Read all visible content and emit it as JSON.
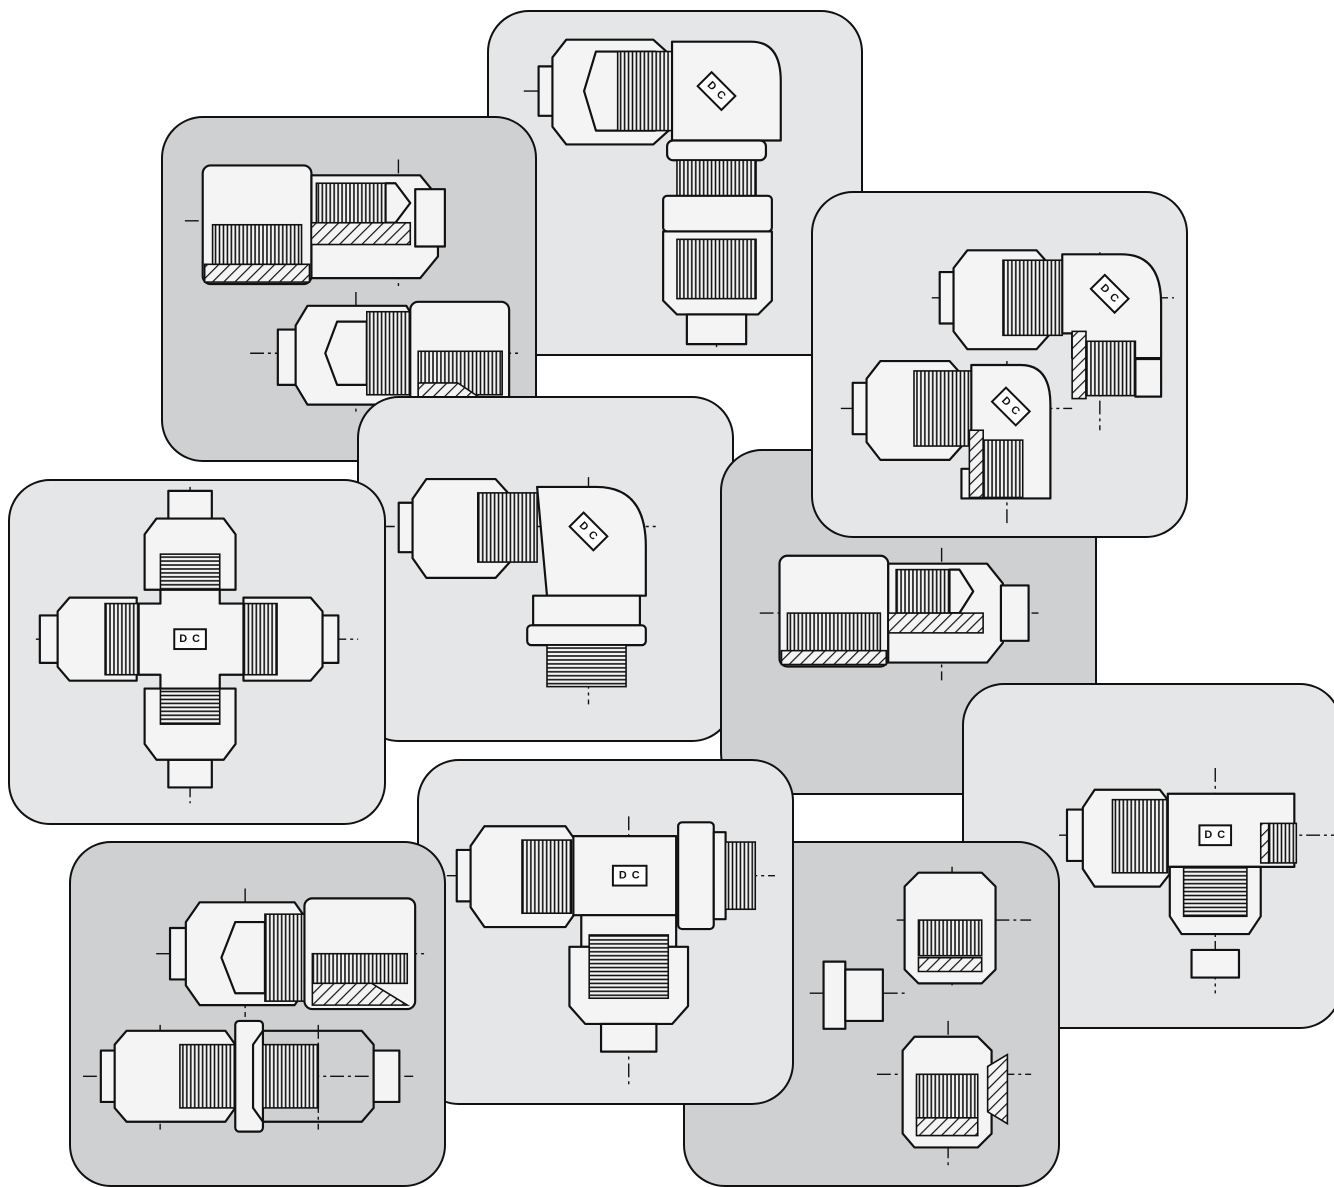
{
  "marking": "D C",
  "colors": {
    "tile_light": "#e5e6e7",
    "tile_dark": "#cfd0d1",
    "ink": "#111111",
    "background": "#ffffff"
  },
  "tiles": [
    {
      "id": "elbow-top",
      "tone": "light",
      "has_marking": true
    },
    {
      "id": "female-pair",
      "tone": "dark",
      "has_marking": false
    },
    {
      "id": "elbow-pair",
      "tone": "light",
      "has_marking": true
    },
    {
      "id": "elbow-orb",
      "tone": "light",
      "has_marking": true
    },
    {
      "id": "cross",
      "tone": "light",
      "has_marking": true
    },
    {
      "id": "female-single",
      "tone": "dark",
      "has_marking": false
    },
    {
      "id": "tee-run",
      "tone": "light",
      "has_marking": true
    },
    {
      "id": "tee-bulkhead",
      "tone": "light",
      "has_marking": true
    },
    {
      "id": "plug-cap",
      "tone": "dark",
      "has_marking": false
    },
    {
      "id": "bulk-union",
      "tone": "dark",
      "has_marking": false
    }
  ]
}
